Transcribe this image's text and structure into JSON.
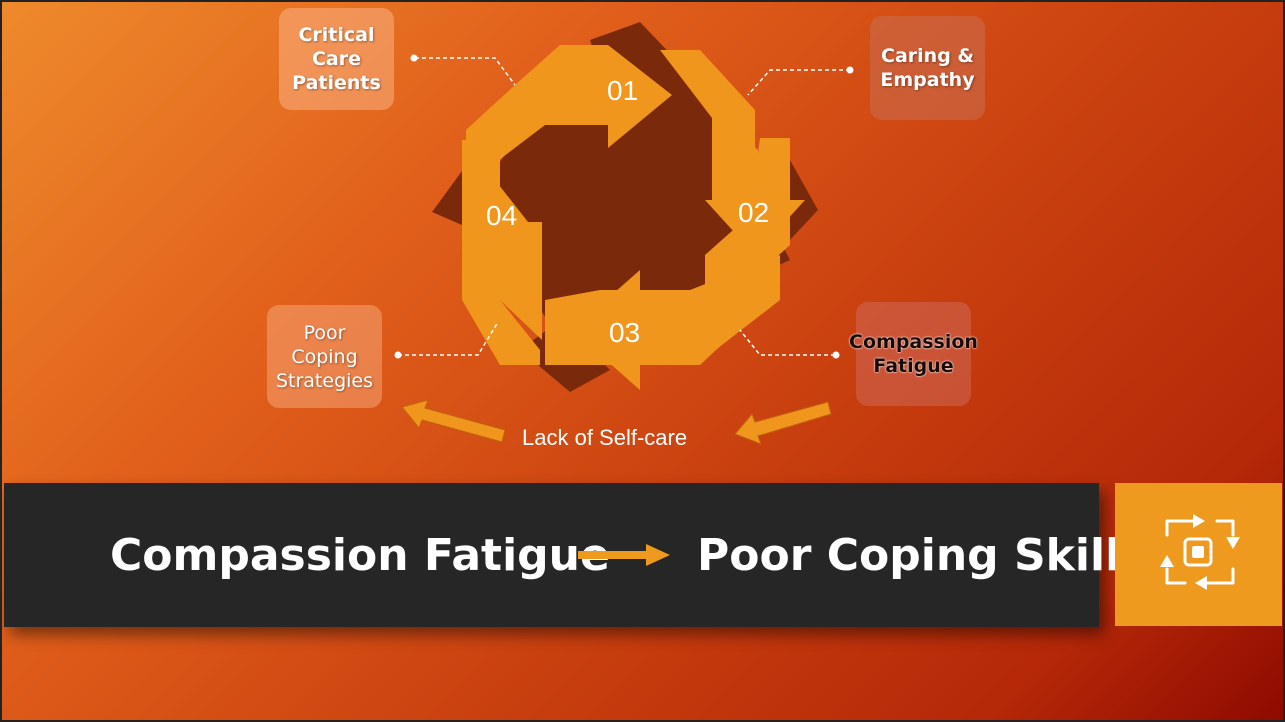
{
  "diagram": {
    "steps": [
      {
        "number": "01",
        "label": "Critical Care Patients"
      },
      {
        "number": "02",
        "label": "Caring & Empathy"
      },
      {
        "number": "03",
        "label": "Compassion Fatigue"
      },
      {
        "number": "04",
        "label": "Poor Coping Strategies"
      }
    ],
    "bottom_label": "Lack of Self-care"
  },
  "banner": {
    "left_text": "Compassion Fatigue",
    "right_text": "Poor Coping Skills"
  },
  "icon_tile": {
    "icon": "cycle-process-icon"
  },
  "colors": {
    "arrow_light": "#f0961c",
    "arrow_dark": "#7a2a0a",
    "banner_bg": "#262626",
    "icon_tile_bg": "#ee9a1e"
  }
}
